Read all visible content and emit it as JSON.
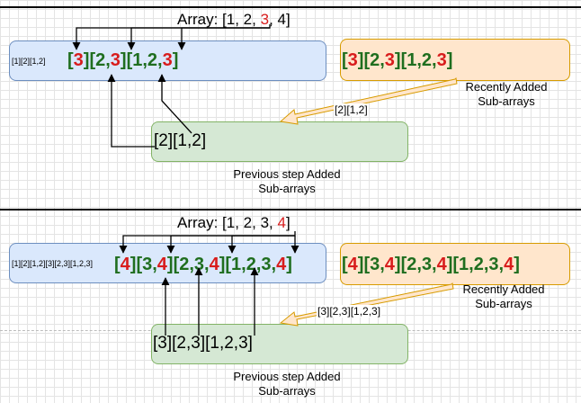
{
  "top": {
    "title_pre": "Array: [1, 2, ",
    "title_hl": "3",
    "title_post": ", 4]",
    "prev_list": "[1][2][1,2]",
    "sub1_open": "[",
    "sub1_hl": "3",
    "sub1_mid": "][2,",
    "sub1_hl2": "3",
    "sub1_mid2": "][1,2,",
    "sub1_hl3": "3",
    "sub1_close": "]",
    "recent_caption_1": "Recently Added",
    "recent_caption_2": "Sub-arrays",
    "arrow_label": "[2][1,2]",
    "prev_box": "[2][1,2]",
    "prev_caption_1": "Previous step Added",
    "prev_caption_2": "Sub-arrays"
  },
  "bottom": {
    "title_pre": "Array: [1, 2, 3, ",
    "title_hl": "4",
    "title_post": "]",
    "prev_list": "[1][2][1,2][3][2,3][1,2,3]",
    "sub_open": "[",
    "sub_hl": "4",
    "sub_mid": "][3,",
    "sub_hl2": "4",
    "sub_mid2": "][2,3,",
    "sub_hl3": "4",
    "sub_mid3": "][1,2,3,",
    "sub_hl4": "4",
    "sub_close": "]",
    "recent_caption_1": "Recently Added",
    "recent_caption_2": "Sub-arrays",
    "arrow_label": "[3][2,3][1,2,3]",
    "prev_box": "[3][2,3][1,2,3]",
    "prev_caption_1": "Previous step Added",
    "prev_caption_2": "Sub-arrays"
  },
  "colors": {
    "highlight": "#d81c1c",
    "subarray_text": "#1f6e1f",
    "blue_fill": "#dae8fc",
    "orange_fill": "#ffe6cc",
    "green_fill": "#d5e8d4",
    "arrow_fill": "#ffe6cc"
  }
}
